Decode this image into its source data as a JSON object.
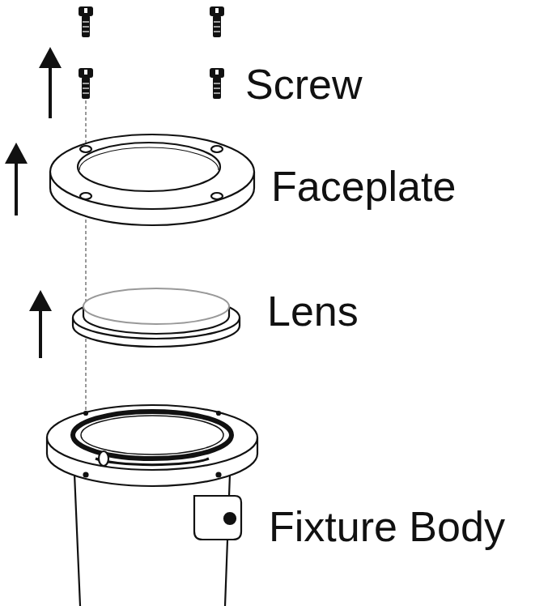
{
  "diagram": {
    "labels": [
      "Screw",
      "Faceplate",
      "Lens",
      "Fixture Body"
    ]
  }
}
